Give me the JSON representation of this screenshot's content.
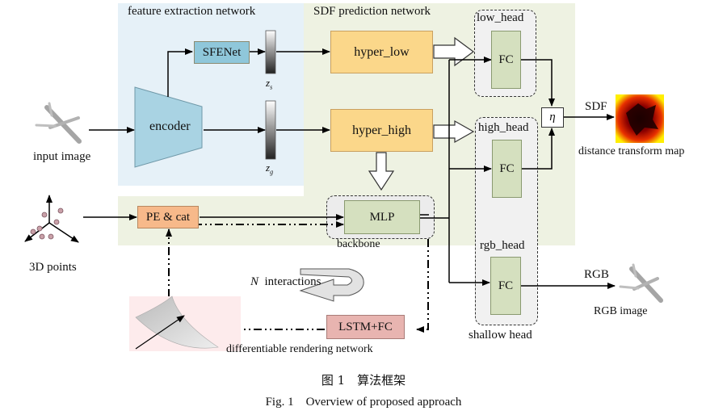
{
  "regions": {
    "feature_extraction": "feature extraction network",
    "sdf_prediction": "SDF prediction network"
  },
  "inputs": {
    "input_image": "input image",
    "points_3d": "3D points"
  },
  "blocks": {
    "encoder": "encoder",
    "sfenet": "SFENet",
    "z_s": "z",
    "z_s_sub": "s",
    "z_g": "z",
    "z_g_sub": "g",
    "hyper_low": "hyper_low",
    "hyper_high": "hyper_high",
    "pe_cat": "PE & cat",
    "mlp": "MLP",
    "backbone": "backbone",
    "lstm_fc": "LSTM+FC",
    "diff_render": "differentiable rendering network",
    "n_interactions_n": "N",
    "n_interactions": "interactions"
  },
  "heads": {
    "low_head": "low_head",
    "high_head": "high_head",
    "rgb_head": "rgb_head",
    "fc": "FC",
    "shallow_head": "shallow head",
    "eta": "η"
  },
  "outputs": {
    "sdf": "SDF",
    "distance_map": "distance transform map",
    "rgb": "RGB",
    "rgb_image": "RGB image"
  },
  "caption": {
    "zh": "图 1　算法框架",
    "en": "Fig. 1　Overview of proposed approach"
  },
  "colors": {
    "feature_region": "#e6f1f8",
    "sdf_region": "#eef2e2",
    "encoder": "#a9d3e3",
    "sfenet": "#8fc7da",
    "hyper": "#fbd78a",
    "fc": "#d5e0bf",
    "pe_cat": "#f7b98a",
    "lstm": "#e8b4b0",
    "render_bg": "#fdebec"
  }
}
